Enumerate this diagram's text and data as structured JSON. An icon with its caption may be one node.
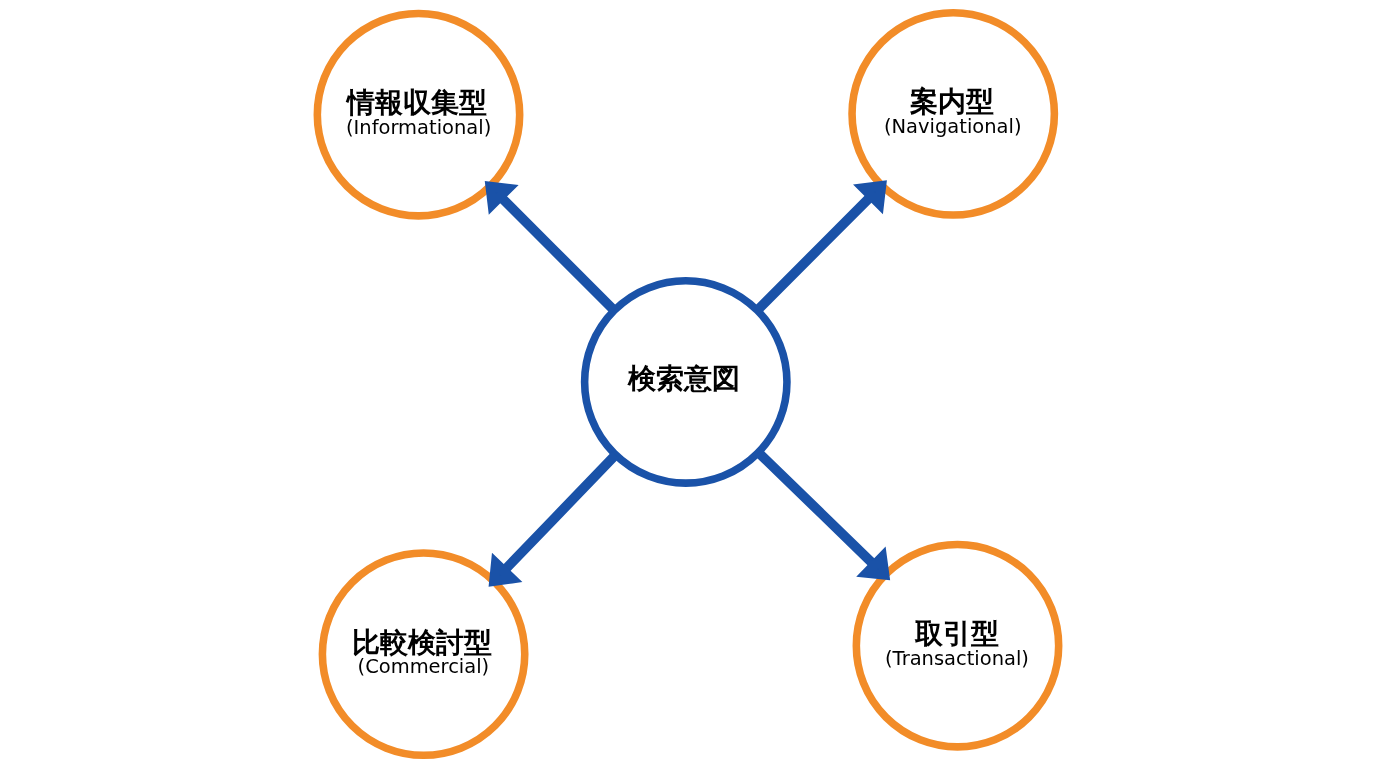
{
  "diagram": {
    "nodes": [
      {
        "text": [
          "情報収集型",
          "(Informational)"
        ]
      },
      {
        "text": [
          "案内型",
          "(Navigational)"
        ]
      },
      {
        "text": [
          "検索意図"
        ]
      },
      {
        "text": [
          "比較検討型",
          "(Commercial)"
        ]
      },
      {
        "text": [
          "取引型",
          "(Transactional)"
        ]
      }
    ],
    "edges": [
      {
        "from": 2,
        "to": 0,
        "arrow": "to"
      },
      {
        "from": 2,
        "to": 1,
        "arrow": "to"
      },
      {
        "from": 2,
        "to": 3,
        "arrow": "to"
      },
      {
        "from": 2,
        "to": 4,
        "arrow": "to"
      }
    ]
  }
}
